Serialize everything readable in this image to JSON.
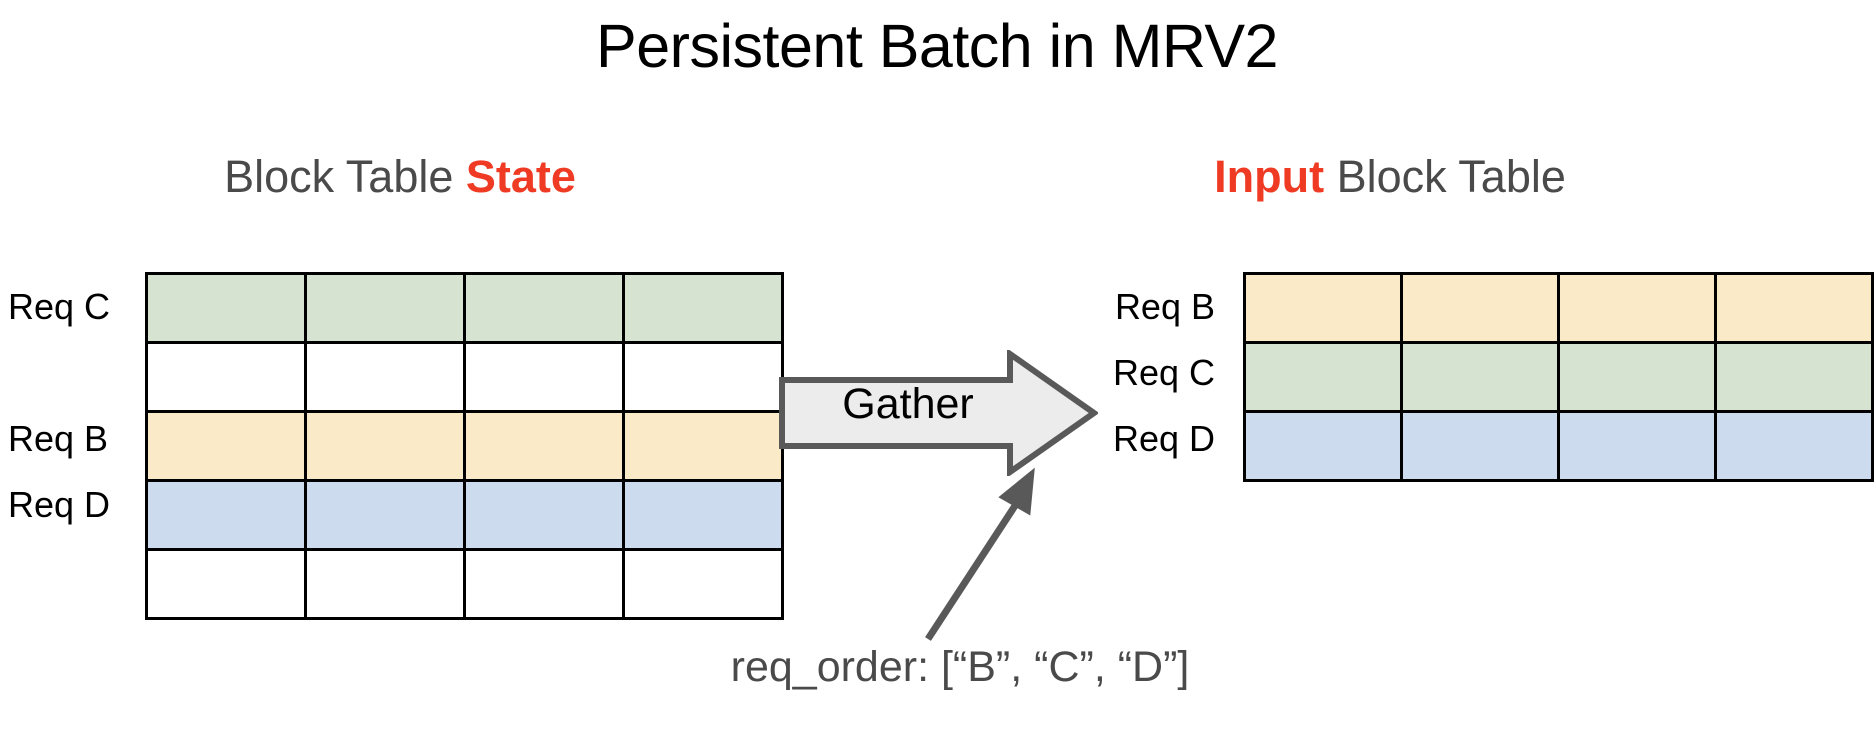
{
  "slide": {
    "title": "Persistent Batch in MRV2",
    "background": "#ffffff"
  },
  "colors": {
    "accent_red": "#ef3b24",
    "heading_gray": "#4a4a4a",
    "cell_green": "#d6e3d0",
    "cell_yellow": "#fbeac7",
    "cell_blue": "#ccdcee",
    "cell_empty": "#ffffff",
    "grid_line": "#000000",
    "arrow_fill": "#ececec",
    "arrow_stroke": "#595959"
  },
  "state_panel": {
    "heading_prefix": "Block Table ",
    "heading_accent": "State",
    "columns": 4,
    "rows": [
      {
        "label": "Req C",
        "fill": "#d6e3d0",
        "occupied": true
      },
      {
        "label": "",
        "fill": "#ffffff",
        "occupied": false
      },
      {
        "label": "Req B",
        "fill": "#fbeac7",
        "occupied": true
      },
      {
        "label": "Req D",
        "fill": "#ccdcee",
        "occupied": true
      },
      {
        "label": "",
        "fill": "#ffffff",
        "occupied": false
      }
    ]
  },
  "input_panel": {
    "heading_accent": "Input",
    "heading_suffix": " Block Table",
    "columns": 4,
    "rows": [
      {
        "label": "Req B",
        "fill": "#fbeac7",
        "occupied": true
      },
      {
        "label": "Req C",
        "fill": "#d6e3d0",
        "occupied": true
      },
      {
        "label": "Req D",
        "fill": "#ccdcee",
        "occupied": true
      }
    ]
  },
  "gather": {
    "label": "Gather"
  },
  "annotation": {
    "caption": "req_order: [“B”, “C”, “D”]"
  }
}
